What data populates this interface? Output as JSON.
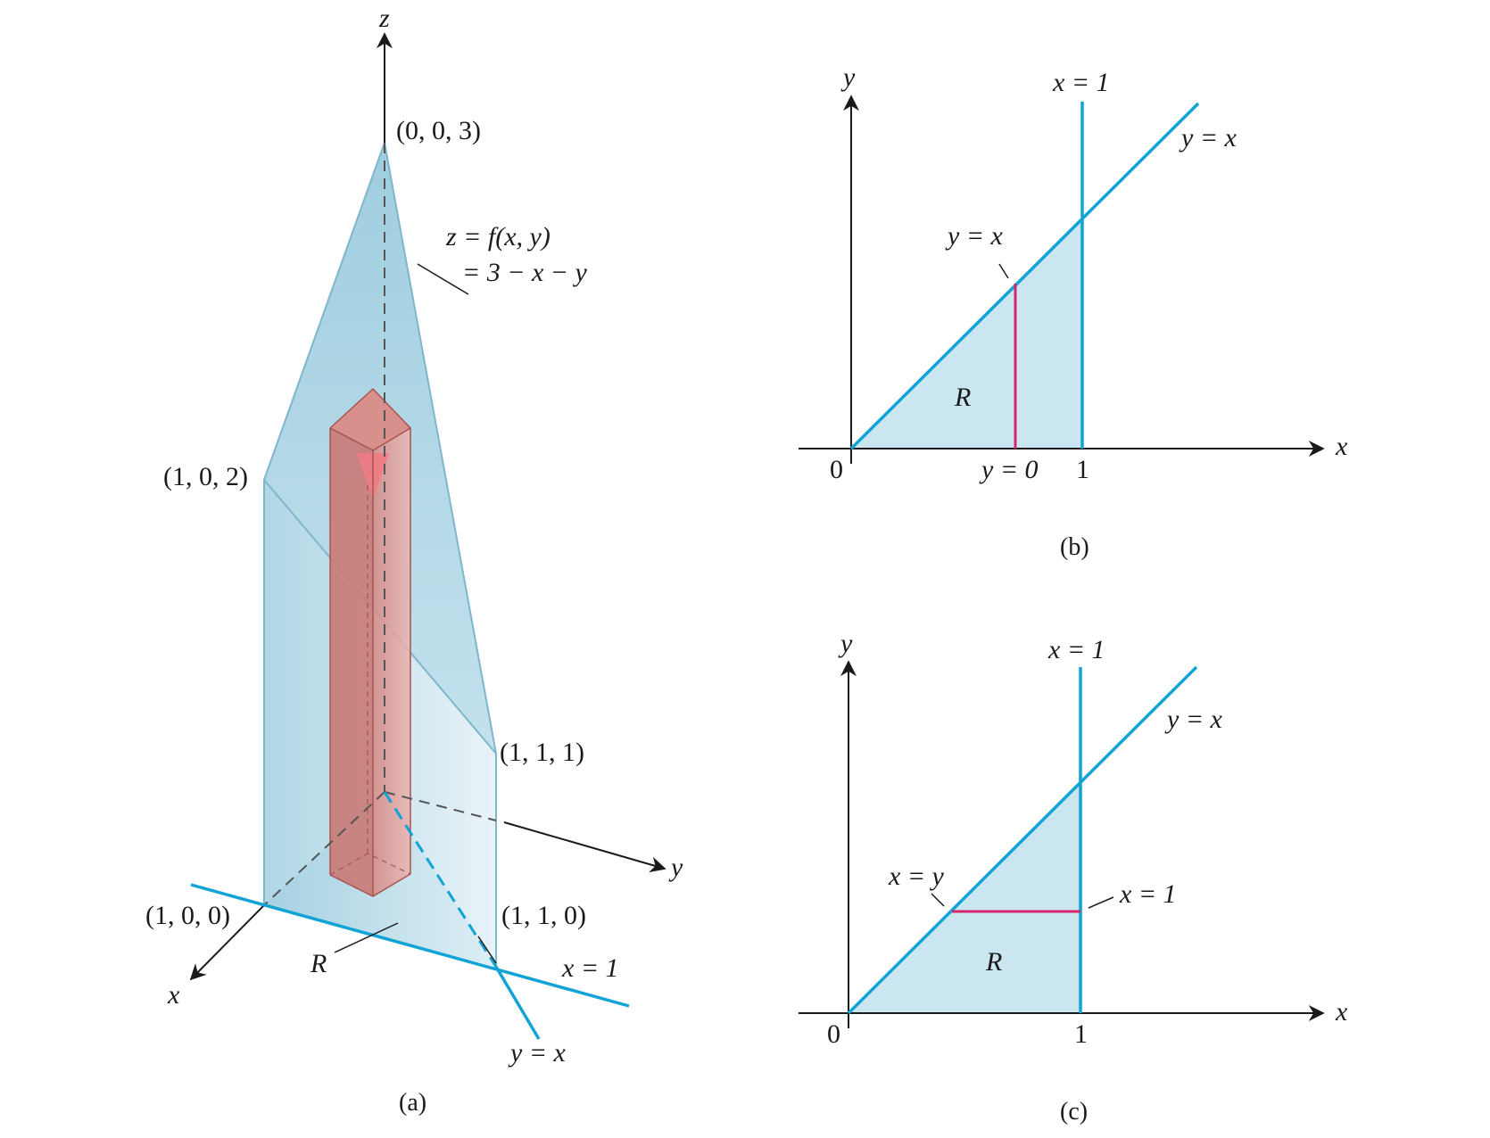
{
  "panel_a": {
    "caption": "(a)",
    "axis_z": "z",
    "axis_y": "y",
    "axis_x": "x",
    "pt_003": "(0, 0, 3)",
    "pt_102": "(1, 0, 2)",
    "pt_111": "(1, 1, 1)",
    "pt_100": "(1, 0, 0)",
    "pt_110": "(1, 1, 0)",
    "surface_line1": "z = f(x, y)",
    "surface_line2": "= 3 − x − y",
    "region": "R",
    "line_x1": "x = 1",
    "line_yx": "y = x"
  },
  "panel_b": {
    "caption": "(b)",
    "axis_y": "y",
    "axis_x": "x",
    "origin": "0",
    "tick_1": "1",
    "line_x1": "x = 1",
    "line_yx": "y = x",
    "seg_top": "y = x",
    "seg_bottom": "y = 0",
    "region": "R"
  },
  "panel_c": {
    "caption": "(c)",
    "axis_y": "y",
    "axis_x": "x",
    "origin": "0",
    "tick_1": "1",
    "line_x1": "x = 1",
    "line_yx": "y = x",
    "seg_left": "x = y",
    "seg_right": "x = 1",
    "region": "R"
  },
  "colors": {
    "region_fill": "#c9e6f1",
    "boundary": "#11a3d6",
    "segment": "#d6246e",
    "solid_face": "#a9d3e3",
    "column": "#d98a87"
  }
}
